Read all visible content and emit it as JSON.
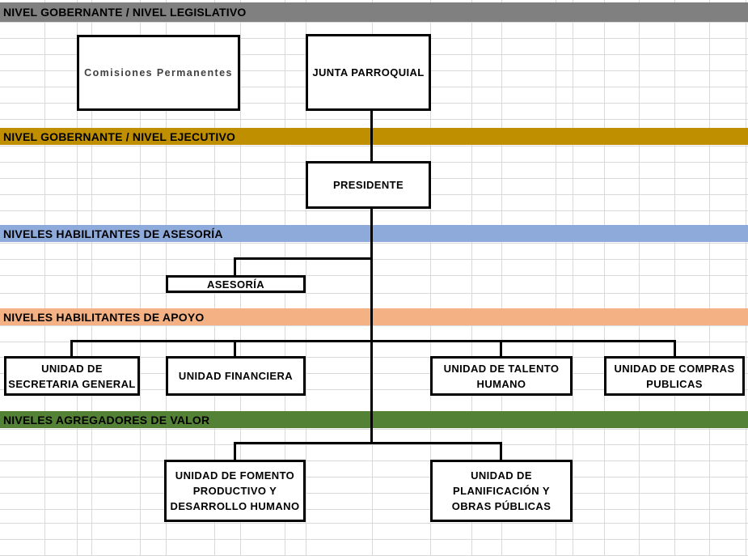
{
  "canvas": {
    "background": "#ffffff"
  },
  "grid": {
    "line_color": "#d9d9d9"
  },
  "connector_color": "#000000",
  "banners": [
    {
      "label": "NIVEL GOBERNANTE / NIVEL LEGISLATIVO",
      "color": "#808080"
    },
    {
      "label": "NIVEL GOBERNANTE / NIVEL EJECUTIVO",
      "color": "#bf8f00"
    },
    {
      "label": "NIVELES HABILITANTES DE ASESORÍA",
      "color": "#8eaadb"
    },
    {
      "label": "NIVELES HABILITANTES DE APOYO",
      "color": "#f4b183"
    },
    {
      "label": "NIVELES AGREGADORES DE VALOR",
      "color": "#538135"
    }
  ],
  "boxes": {
    "comisiones": {
      "label": "Comisiones Permanentes",
      "text_color": "#404040"
    },
    "junta": {
      "label": "JUNTA PARROQUIAL"
    },
    "presidente": {
      "label": "PRESIDENTE"
    },
    "asesoria": {
      "label": "ASESORÍA"
    },
    "secretaria": {
      "lines": [
        "UNIDAD DE",
        "SECRETARIA GENERAL"
      ]
    },
    "financiera": {
      "label": "UNIDAD FINANCIERA"
    },
    "talento": {
      "lines": [
        "UNIDAD DE TALENTO",
        "HUMANO"
      ]
    },
    "compras": {
      "lines": [
        "UNIDAD DE COMPRAS",
        "PUBLICAS"
      ]
    },
    "fomento": {
      "lines": [
        "UNIDAD DE FOMENTO",
        "PRODUCTIVO Y",
        "DESARROLLO HUMANO"
      ]
    },
    "planificacion": {
      "lines": [
        "UNIDAD DE",
        "PLANIFICACIÓN Y",
        "OBRAS PÚBLICAS"
      ]
    }
  }
}
